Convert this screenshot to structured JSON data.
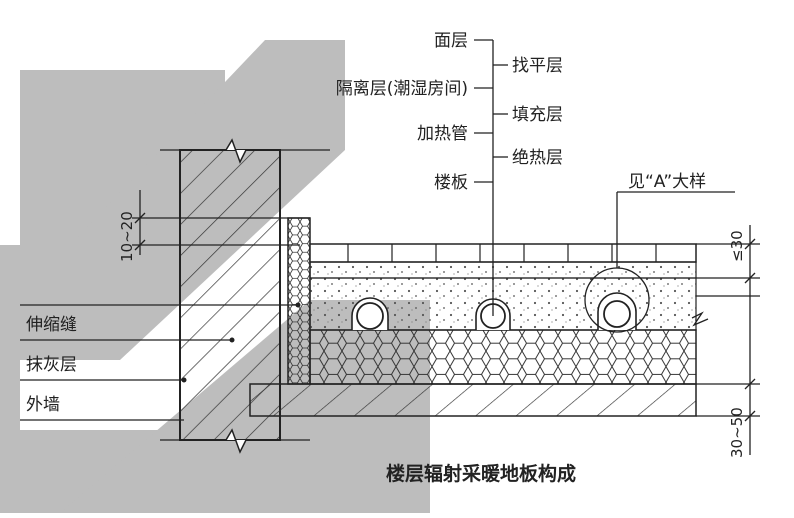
{
  "title": "楼层辐射采暖地板构成",
  "layers_left": [
    "面层",
    "隔离层(潮湿房间)",
    "加热管",
    "楼板"
  ],
  "layers_right": [
    "找平层",
    "填充层",
    "绝热层"
  ],
  "detail_ref": "见“A”大样",
  "wall_labels": [
    "伸缩缝",
    "抹灰层",
    "外墙"
  ],
  "dims": {
    "joint_width": "10~20",
    "top_layer": "≤30",
    "bottom_layer": "30~50"
  },
  "colors": {
    "line": "#222222",
    "shade": "#bdbdbd",
    "dots": "#555555"
  }
}
